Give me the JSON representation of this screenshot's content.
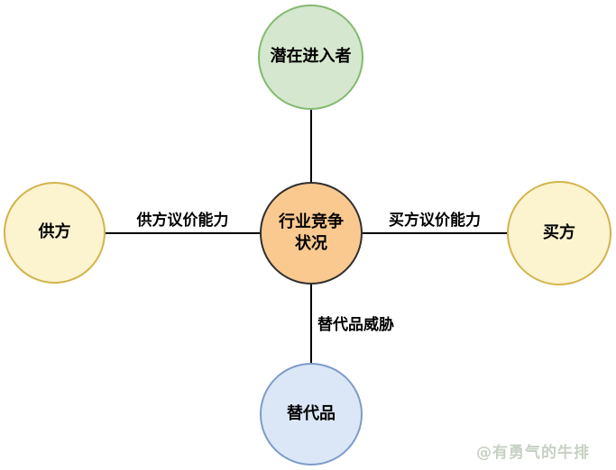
{
  "diagram": {
    "type": "five-forces",
    "connector_color": "#000000",
    "nodes": [
      {
        "id": "potential-entrants",
        "label": "潜在进入者",
        "fill": "#D5E7CE",
        "stroke": "#83BA70"
      },
      {
        "id": "suppliers",
        "label": "供方",
        "fill": "#FCF3CF",
        "stroke": "#D2B44C"
      },
      {
        "id": "industry-competition",
        "label": "行业竞争\n状况",
        "fill": "#FAC98F",
        "stroke": "#2F2F2F"
      },
      {
        "id": "buyers",
        "label": "买方",
        "fill": "#FCF3CF",
        "stroke": "#D2B44C"
      },
      {
        "id": "substitutes",
        "label": "替代品",
        "fill": "#DBE7F6",
        "stroke": "#7E9BC8"
      }
    ],
    "edges": [
      {
        "id": "supplier-bargaining-power",
        "label": "供方议价能力"
      },
      {
        "id": "buyer-bargaining-power",
        "label": "买方议价能力"
      },
      {
        "id": "substitute-threat",
        "label": "替代品威胁"
      }
    ],
    "watermark": {
      "text": "@有勇气的牛排",
      "color": "#C7D0C4"
    }
  }
}
